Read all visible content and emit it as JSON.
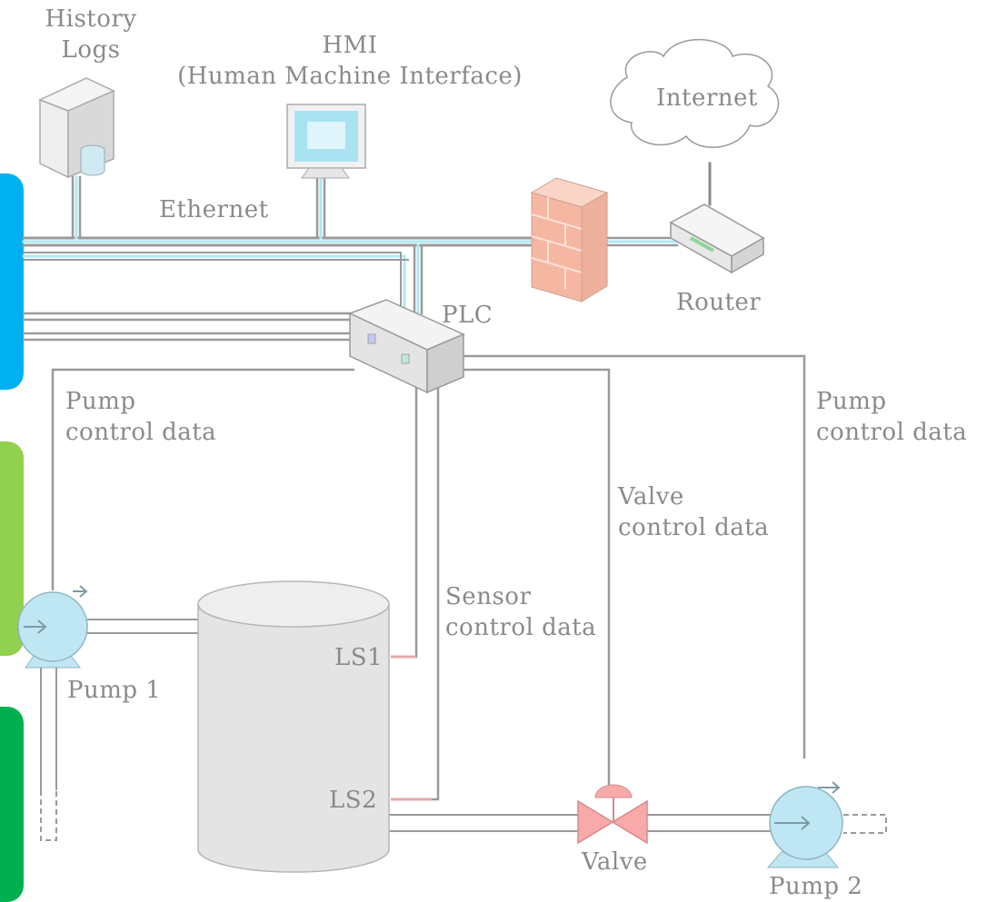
{
  "labels": {
    "history_logs": "History\nLogs",
    "hmi": "HMI\n(Human Machine Interface)",
    "internet": "Internet",
    "ethernet": "Ethernet",
    "router": "Router",
    "plc": "PLC",
    "pump_control_left": "Pump\ncontrol data",
    "pump_control_right": "Pump\ncontrol data",
    "valve_control": "Valve\ncontrol data",
    "sensor_control": "Sensor\ncontrol data",
    "pump1": "Pump 1",
    "pump2": "Pump 2",
    "ls1": "LS1",
    "ls2": "LS2",
    "valve": "Valve"
  },
  "side_tabs": [
    {
      "color": "#00b0f0"
    },
    {
      "color": "#92d050"
    },
    {
      "color": "#00b050"
    }
  ],
  "colors": {
    "wire": "#9a9a9a",
    "ethernet_wire": "#aee8f4",
    "sensor_wire": "#e2a8a8",
    "tank": "#e4e4e4",
    "pump": "#bfe6f3",
    "valve": "#f8aaaa",
    "firewall": "#f6b7a2"
  }
}
